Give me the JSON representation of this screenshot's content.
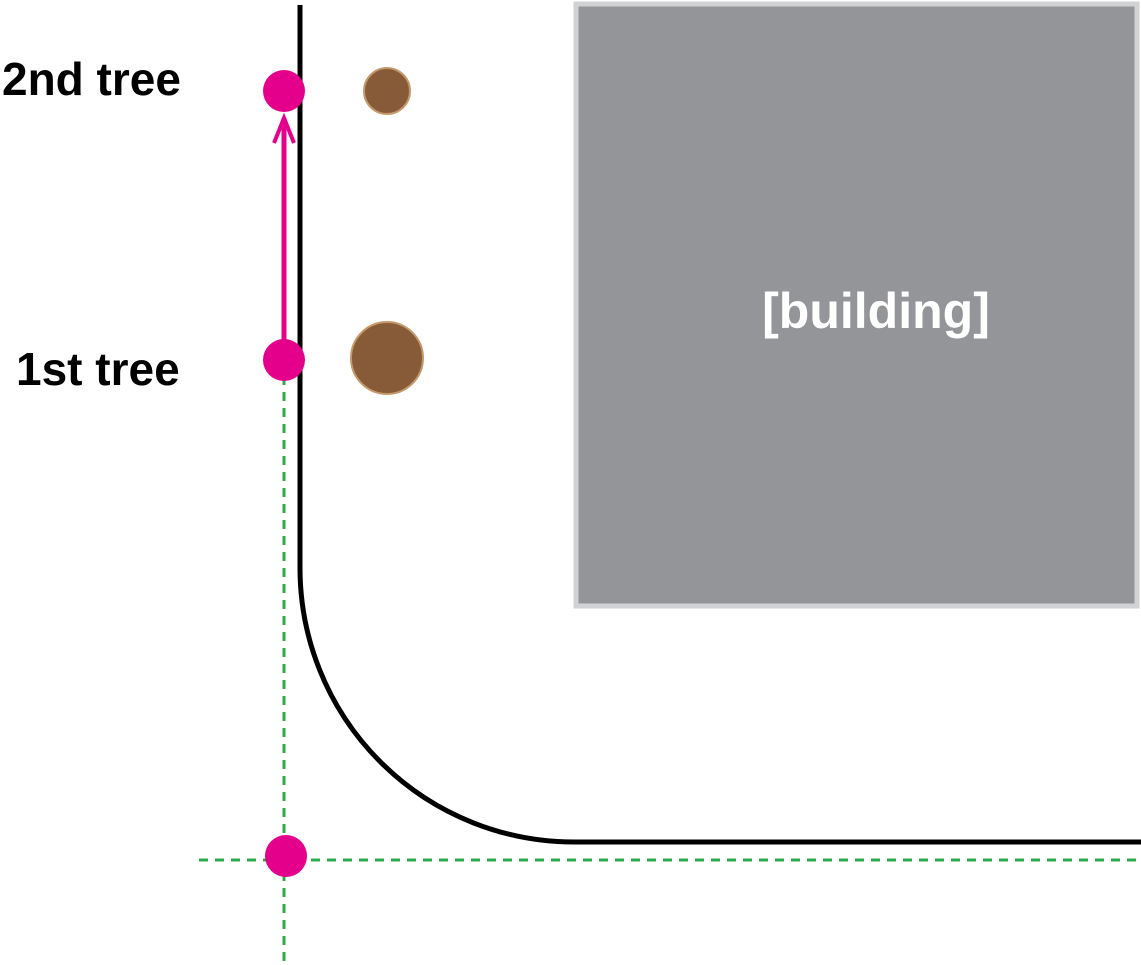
{
  "labels": {
    "second_tree": "2nd tree",
    "first_tree": "1st tree",
    "building": "[building]"
  },
  "colors": {
    "marker": "#e5008c",
    "tree_fill": "#885b38",
    "tree_stroke": "#c49a6c",
    "building_fill": "#939598",
    "building_stroke": "#d1d2d4",
    "building_text": "#ffffff",
    "curb": "#000000",
    "guide_line": "#2bac4a"
  }
}
